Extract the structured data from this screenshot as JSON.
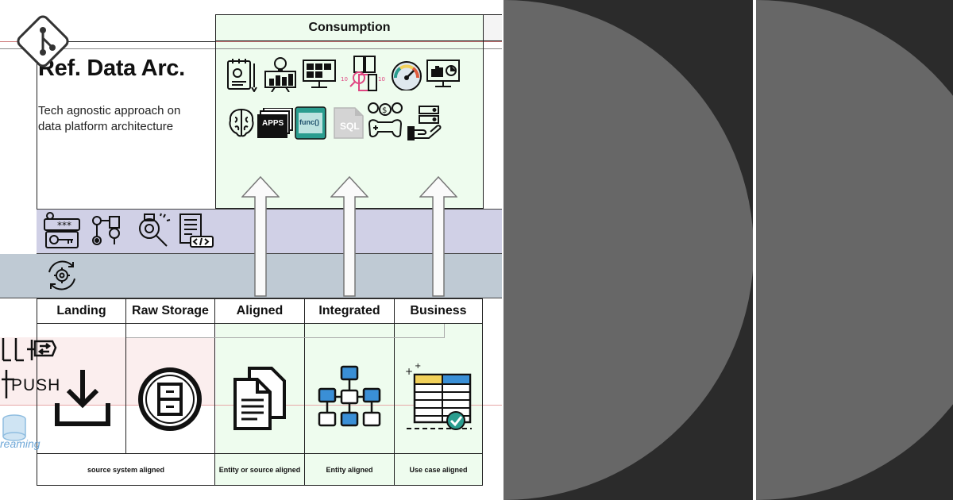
{
  "diagram": {
    "title": "Ref. Data Arc.",
    "subtitle_line1": "Tech agnostic approach on",
    "subtitle_line2": "data platform architecture",
    "consumption_label": "Consumption",
    "apps_label": "APPS",
    "func_label": "func()",
    "sql_label": "SQL",
    "push_label": "PUSH",
    "streaming_label": "reaming",
    "stages": [
      {
        "label": "Landing"
      },
      {
        "label": "Raw Storage"
      },
      {
        "label": "Aligned"
      },
      {
        "label": "Integrated"
      },
      {
        "label": "Business"
      }
    ],
    "footers": [
      {
        "label": "source system aligned"
      },
      {
        "label": "Entity or source aligned"
      },
      {
        "label": "Entity aligned"
      },
      {
        "label": "Use case aligned"
      }
    ]
  },
  "colors": {
    "consumption_bg": "#eefcee",
    "governance_band": "#d0d0e6",
    "operations_band": "#bfcad4",
    "landing_tint": "#fbeeee",
    "panel_dark": "#2b2b2b",
    "panel_disc": "#676767",
    "accent_blue": "#3a8fd6",
    "accent_yellow": "#f2d15a",
    "accent_teal": "#2a9d8f",
    "accent_pink": "#e04682"
  }
}
